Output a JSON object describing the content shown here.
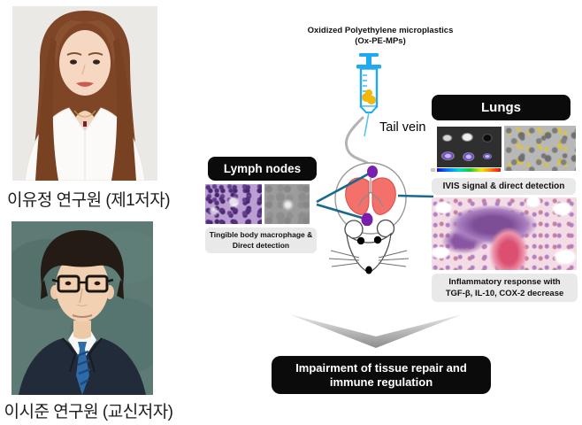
{
  "researchers": [
    {
      "label": "이유정 연구원 (제1저자)"
    },
    {
      "label": "이시준 연구원 (교신저자)"
    }
  ],
  "diagram": {
    "material_title_line1": "Oxidized Polyethylene microplastics",
    "material_title_line2": "(Ox-PE-MPs)",
    "tail_vein_label": "Tail vein",
    "lymph_nodes": {
      "title": "Lymph nodes",
      "caption_line1": "Tingible body macrophage &",
      "caption_line2": "Direct detection"
    },
    "lungs": {
      "title": "Lungs",
      "ivis_caption": "IVIS signal & direct detection",
      "inflammation_caption_line1": "Inflammatory response with",
      "inflammation_caption_line2": "TGF-β, IL-10, COX-2 decrease"
    },
    "conclusion_line1": "Impairment of tissue repair and",
    "conclusion_line2": "immune regulation"
  },
  "colors": {
    "title_box_black": "#0b0b0b",
    "caption_box_gray": "#e9e9e9",
    "connector_teal": "#176a8e",
    "syringe_blue": "#1ea9f0",
    "liquid_yellow": "#f2b70a",
    "lymph_dot_purple": "#7a1fad",
    "lung_red": "#f4716b"
  }
}
